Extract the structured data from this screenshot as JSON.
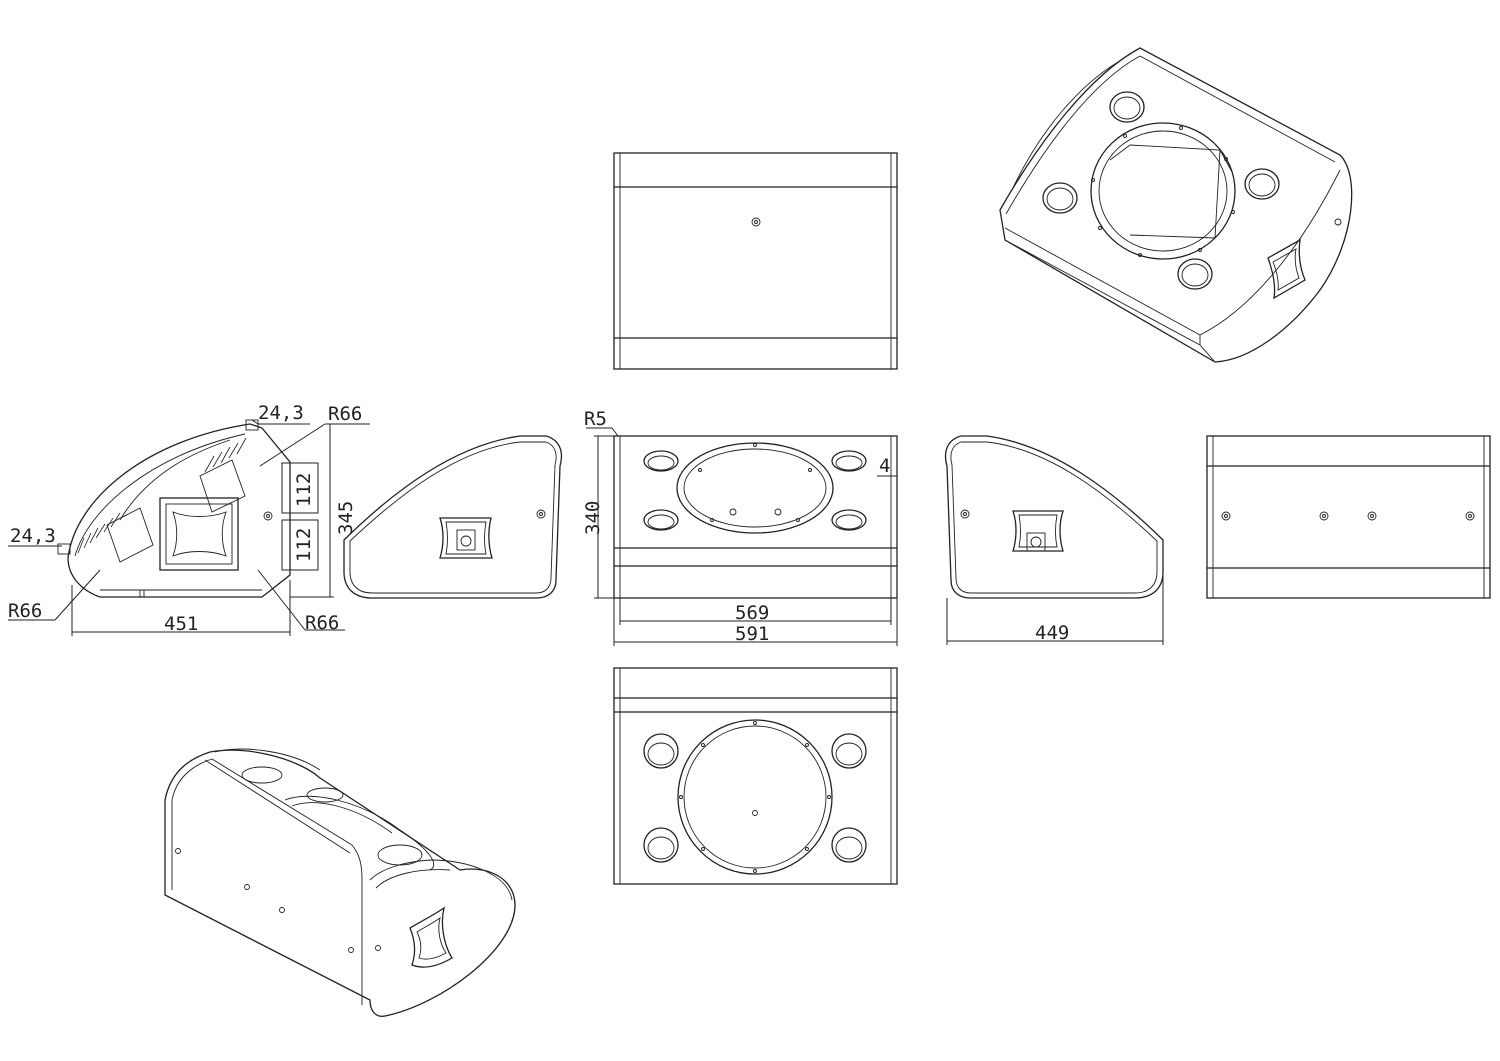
{
  "drawing": {
    "units": "mm",
    "background": "#ffffff",
    "line_color": "#222222"
  },
  "views": [
    {
      "name": "front-top-view"
    },
    {
      "name": "isometric-front"
    },
    {
      "name": "section-side-view"
    },
    {
      "name": "left-side-view"
    },
    {
      "name": "front-elevation-view"
    },
    {
      "name": "right-side-view"
    },
    {
      "name": "rear-view"
    },
    {
      "name": "baffle-view"
    },
    {
      "name": "isometric-rear"
    }
  ],
  "dimensions": {
    "section": {
      "top_angle": "24,3",
      "top_radius": "R66",
      "left_angle": "24,3",
      "height": "345",
      "upper_112": "112",
      "lower_112": "112",
      "bottom_left_radius": "R66",
      "bottom_right_radius": "R66",
      "width": "451"
    },
    "front": {
      "corner_radius": "R5",
      "height": "340",
      "inner_width": "569",
      "outer_width": "591",
      "offset": "4"
    },
    "right_side": {
      "depth": "449"
    }
  }
}
